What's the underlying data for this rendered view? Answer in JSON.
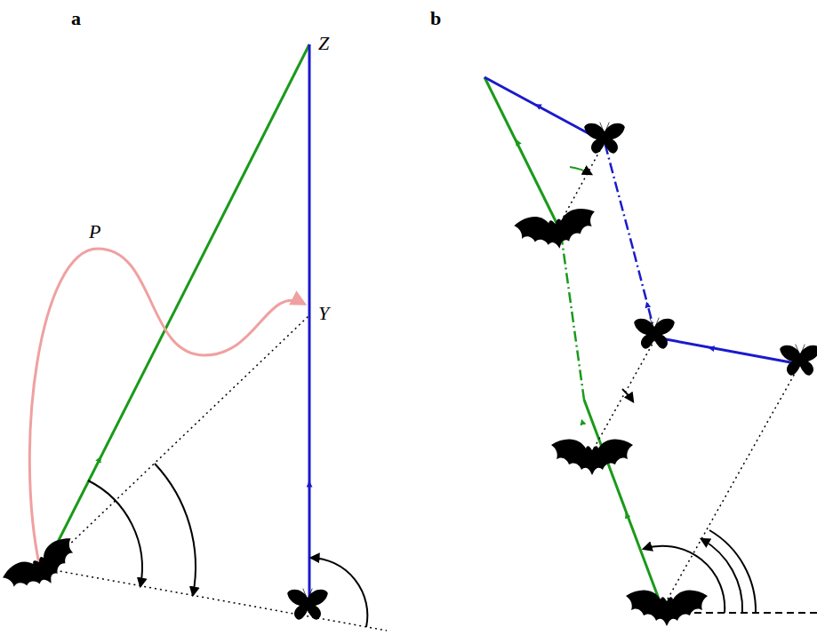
{
  "diagram": {
    "labels": [
      "a",
      "b",
      "Z",
      "P",
      "Y"
    ]
  }
}
